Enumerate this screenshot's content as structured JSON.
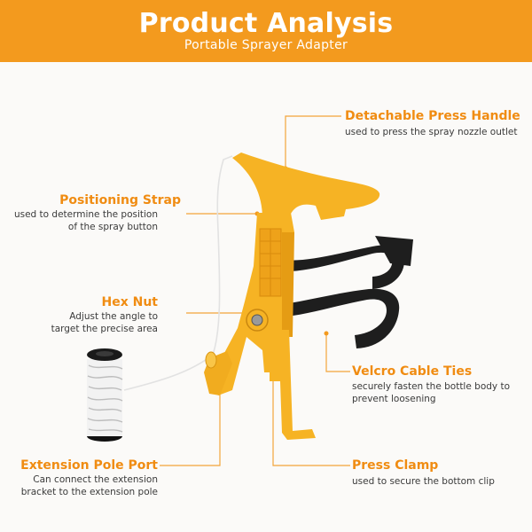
{
  "header": {
    "title": "Product Analysis",
    "subtitle": "Portable Sprayer Adapter"
  },
  "callouts": {
    "press_handle": {
      "label": "Detachable Press Handle",
      "desc_1": "used to press the spray nozzle outlet"
    },
    "strap": {
      "label": "Positioning Strap",
      "desc_1": "used to determine the position",
      "desc_2": "of the spray button"
    },
    "hex_nut": {
      "label": "Hex Nut",
      "desc_1": "Adjust the angle to",
      "desc_2": "target the precise area"
    },
    "velcro": {
      "label": "Velcro Cable Ties",
      "desc_1": "securely fasten the bottle body to",
      "desc_2": "prevent loosening"
    },
    "pole_port": {
      "label": "Extension Pole Port",
      "desc_1": "Can connect the extension",
      "desc_2": "bracket to the extension pole"
    },
    "press_clamp": {
      "label": "Press Clamp",
      "desc_1": "used to secure the bottom clip"
    }
  },
  "colors": {
    "accent": "#f39a1e",
    "label": "#f08c12",
    "product_yellow": "#f6b324",
    "strap_black": "#1e1e1e"
  }
}
